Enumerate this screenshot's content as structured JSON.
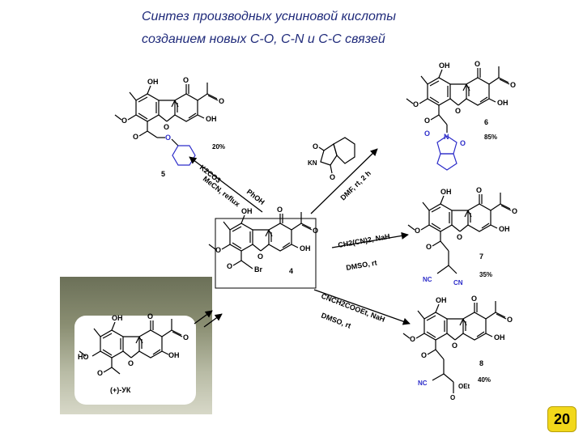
{
  "slide": {
    "title_line1": "Синтез производных усниновой кислоты",
    "title_line2": "созданием новых С-О, C-N и С-С связей",
    "page_number": "20",
    "colors": {
      "title": "#1f2a7a",
      "label_highlight": "#2c2cc9",
      "badge": "#f2d81a"
    }
  },
  "atoms": {
    "oh": "OH",
    "o": "O",
    "n": "N",
    "ho": "HO",
    "br": "Br",
    "kn": "KN",
    "nc": "NC",
    "cn": "CN",
    "oet": "OEt"
  },
  "compounds": {
    "c4": {
      "number": "4"
    },
    "c5": {
      "number": "5",
      "yield": "20%"
    },
    "c6": {
      "number": "6",
      "yield": "85%"
    },
    "c7": {
      "number": "7",
      "yield": "35%"
    },
    "c8": {
      "number": "8",
      "yield": "40%"
    },
    "uk": {
      "name": "(+)-УК"
    }
  },
  "reagents": {
    "r5_a": "K2CO3",
    "r5_b": "MeCN, reflux",
    "r5_c": "PhOH",
    "r6": "DMF, rt, 2 h",
    "r7_top": "CH2(CN)2, NaH",
    "r7_bottom": "DMSO, rt",
    "r8_top": "CNCH2COOEt, NaH",
    "r8_bottom": "DMSO, rt"
  }
}
